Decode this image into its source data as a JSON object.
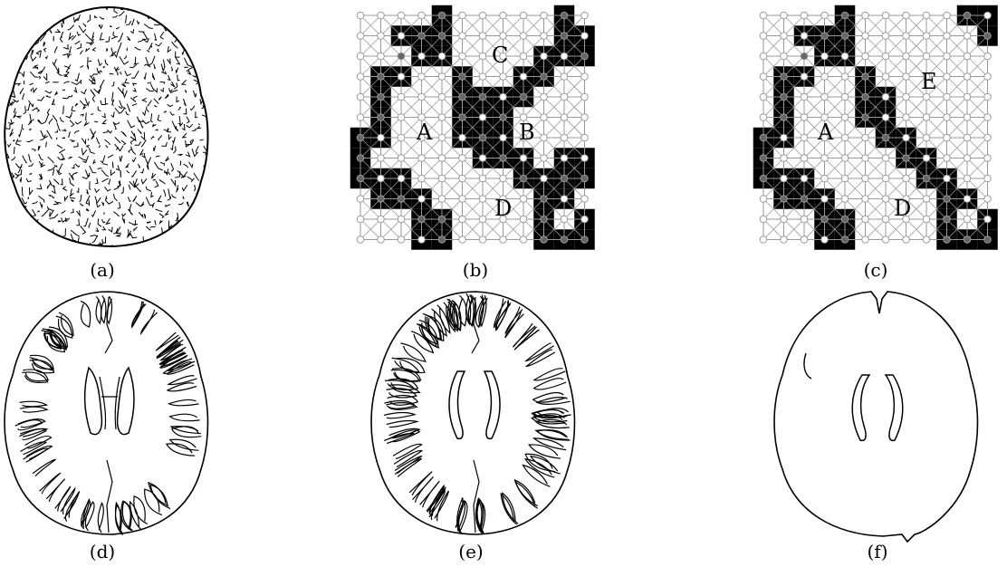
{
  "figure": {
    "panels": [
      {
        "id": "a",
        "caption": "(a)",
        "content": "brain-slice-dense-partition"
      },
      {
        "id": "b",
        "caption": "(b)",
        "content": "grid-graph",
        "region_labels": [
          "A",
          "B",
          "C",
          "D"
        ]
      },
      {
        "id": "c",
        "caption": "(c)",
        "content": "grid-graph",
        "region_labels": [
          "A",
          "D",
          "E"
        ]
      },
      {
        "id": "d",
        "caption": "(d)",
        "content": "brain-slice-region-contours"
      },
      {
        "id": "e",
        "caption": "(e)",
        "content": "brain-slice-region-contours"
      },
      {
        "id": "f",
        "caption": "(f)",
        "content": "brain-slice-outline"
      }
    ]
  },
  "colors": {
    "ink": "#000000",
    "grid": "#999999",
    "node_open": "#ffffff",
    "node_filled": "#666666",
    "background": "#ffffff"
  }
}
